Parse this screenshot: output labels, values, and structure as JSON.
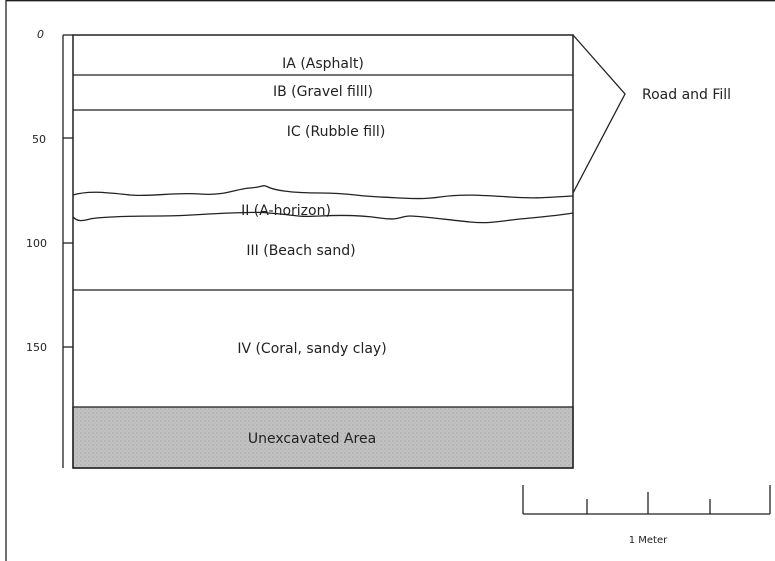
{
  "depth_axis": {
    "ticks": [
      "0",
      "50",
      "100",
      "150"
    ]
  },
  "layers": [
    {
      "id": "IA",
      "label": "IA (Asphalt)"
    },
    {
      "id": "IB",
      "label": "IB (Gravel filll)"
    },
    {
      "id": "IC",
      "label": "IC (Rubble fill)"
    },
    {
      "id": "II",
      "label": "II (A-horizon)"
    },
    {
      "id": "III",
      "label": "III (Beach sand)"
    },
    {
      "id": "IV",
      "label": "IV (Coral, sandy clay)"
    },
    {
      "id": "unexcavated",
      "label": "Unexcavated Area"
    }
  ],
  "bracket_label": "Road and Fill",
  "scale_bar": {
    "label": "1 Meter",
    "divisions": 4
  },
  "colors": {
    "line": "#222222",
    "unexcavated_fill": "#bdbdbd"
  }
}
